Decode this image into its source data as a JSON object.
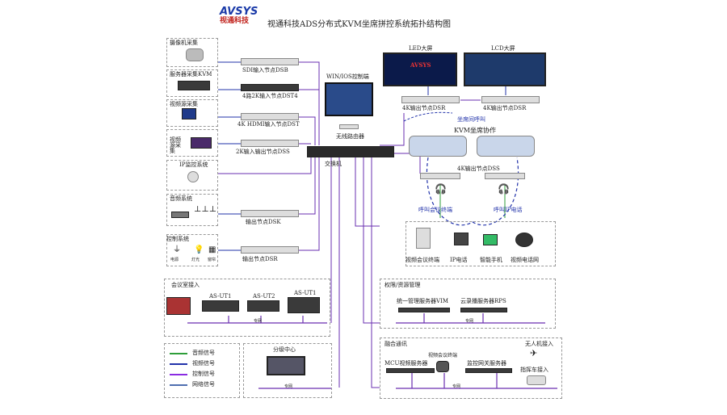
{
  "header": {
    "logo_text": "AVSYS",
    "logo_sub": "视通科技",
    "title": "视通科技ADS分布式KVM坐席拼控系统拓扑结构图"
  },
  "left_sources": [
    {
      "label": "摄像机采集",
      "node": "SDI输入节点DSB"
    },
    {
      "label": "服务器采集KVM",
      "node": "4路2K输入节点DST4"
    },
    {
      "label": "视频源采集",
      "node": "4K HDMI输入节点DST"
    },
    {
      "label": "视频源采集",
      "node": "2K输入输出节点DSS"
    },
    {
      "label": "IP监控系统",
      "node": ""
    },
    {
      "label": "音频系统",
      "node": "输出节点DSK"
    },
    {
      "label": "控制系统",
      "node": "输出节点DSR"
    }
  ],
  "control_icons": [
    "电源",
    "灯光",
    "窗帘"
  ],
  "center": {
    "control_terminal": "WIN/IOS控制端",
    "wireless_router": "无线路由器",
    "switch": "交换机"
  },
  "displays": {
    "led_title": "LED大屏",
    "lcd_title": "LCD大屏",
    "led_node": "4K输出节点DSR",
    "lcd_node": "4K输出节点DSR",
    "screen_brand": "AVSYS"
  },
  "kvm": {
    "title": "KVM坐席协作",
    "intercom": "坐席间呼叫",
    "output_node": "4K输出节点DSS",
    "left_terminal": "呼叫会议终端",
    "right_terminal": "呼叫IP电话"
  },
  "terminals": [
    {
      "label": "视频会议终端"
    },
    {
      "label": "IP电话"
    },
    {
      "label": "智能手机"
    },
    {
      "label": "视频电话网"
    }
  ],
  "meeting_room": {
    "title": "会议室接入",
    "devices": [
      "AS-UT1",
      "AS-UT2",
      "AS-UT1"
    ],
    "network": "专网"
  },
  "permission": {
    "title": "权限/资源管理",
    "servers": [
      "统一管理服务器VIM",
      "云录播服务器RPS"
    ],
    "network": "专网"
  },
  "fusion": {
    "title": "融合通讯",
    "items": [
      "MCU视频服务器",
      "视频会议终端",
      "监控网关服务器"
    ],
    "drone": "无人机接入",
    "vehicle": "指挥车接入",
    "network": "专网"
  },
  "subcenter": {
    "title": "分级中心",
    "network": "专网"
  },
  "legend": [
    {
      "label": "音频信号",
      "color": "#2e9e3a"
    },
    {
      "label": "视频信号",
      "color": "#2233aa"
    },
    {
      "label": "控制信号",
      "color": "#8a2be2"
    },
    {
      "label": "网络信号",
      "color": "#4f6fb0"
    }
  ]
}
